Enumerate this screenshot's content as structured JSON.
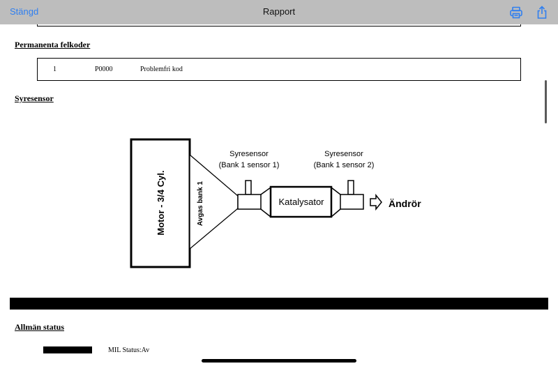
{
  "nav": {
    "close_label": "Stängd",
    "title": "Rapport",
    "icons": [
      "printer-icon",
      "share-icon"
    ]
  },
  "permanent_codes": {
    "heading": "Permanenta felkoder",
    "row": {
      "index": "1",
      "code": "P0000",
      "description": "Problemfri kod"
    }
  },
  "oxygen_sensor": {
    "heading": "Syresensor",
    "diagram": {
      "engine_label": "Motor - 3/4 Cyl.",
      "exhaust_label": "Avgas bank 1",
      "sensor1_title": "Syresensor",
      "sensor1_sub": "(Bank 1 sensor 1)",
      "sensor2_title": "Syresensor",
      "sensor2_sub": "(Bank 1 sensor 2)",
      "catalyst_label": "Katalysator",
      "tailpipe_label": "Ändrör"
    }
  },
  "general_status": {
    "heading": "Allmän status",
    "mil_text": "MIL Status:Av"
  },
  "colors": {
    "accent": "#2f7ff0",
    "navbar": "#bdbdbd"
  }
}
